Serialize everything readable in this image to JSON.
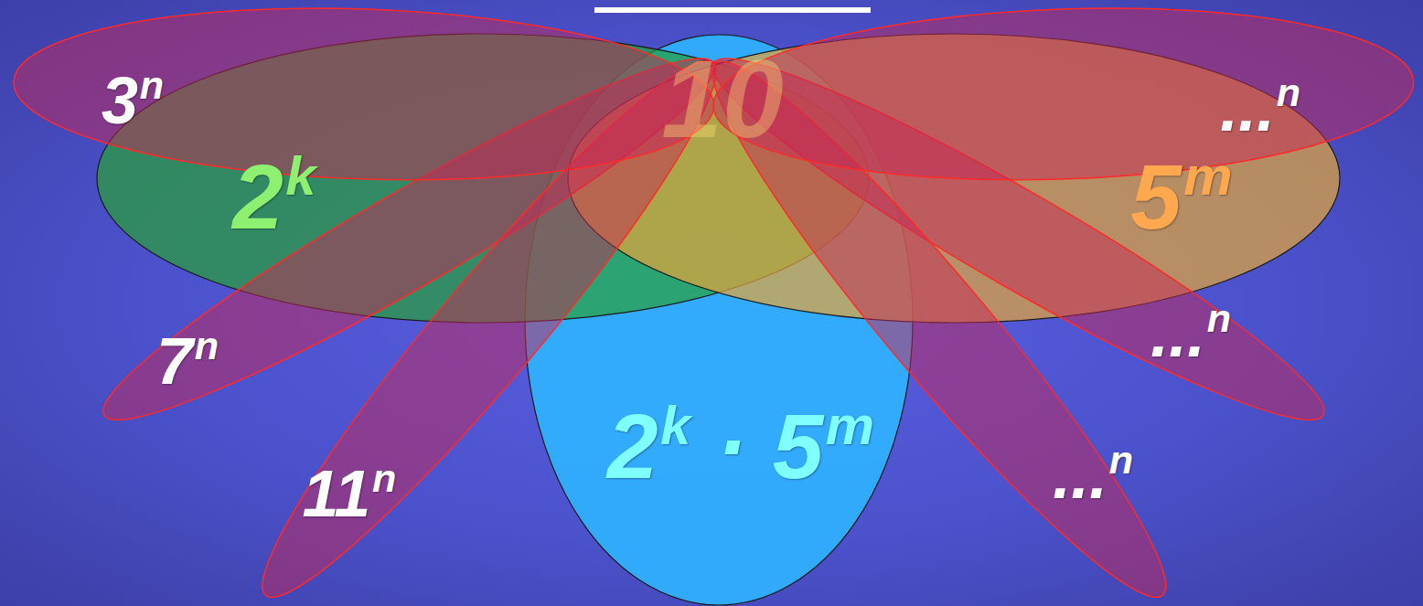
{
  "diagram": {
    "nodes": [
      {
        "text": [
          "3",
          "n"
        ]
      },
      {
        "text": [
          "...",
          "n"
        ]
      },
      {
        "text": [
          "2",
          "k"
        ]
      },
      {
        "text": [
          "5",
          "m"
        ]
      },
      {
        "text": [
          "7",
          "n"
        ]
      },
      {
        "text": [
          "...",
          "n"
        ]
      },
      {
        "text": [
          "11",
          "n"
        ]
      },
      {
        "text": [
          "2",
          "k",
          "·",
          "5",
          "m"
        ]
      },
      {
        "text": [
          "...",
          "n"
        ]
      }
    ],
    "labels": [
      "10"
    ]
  }
}
